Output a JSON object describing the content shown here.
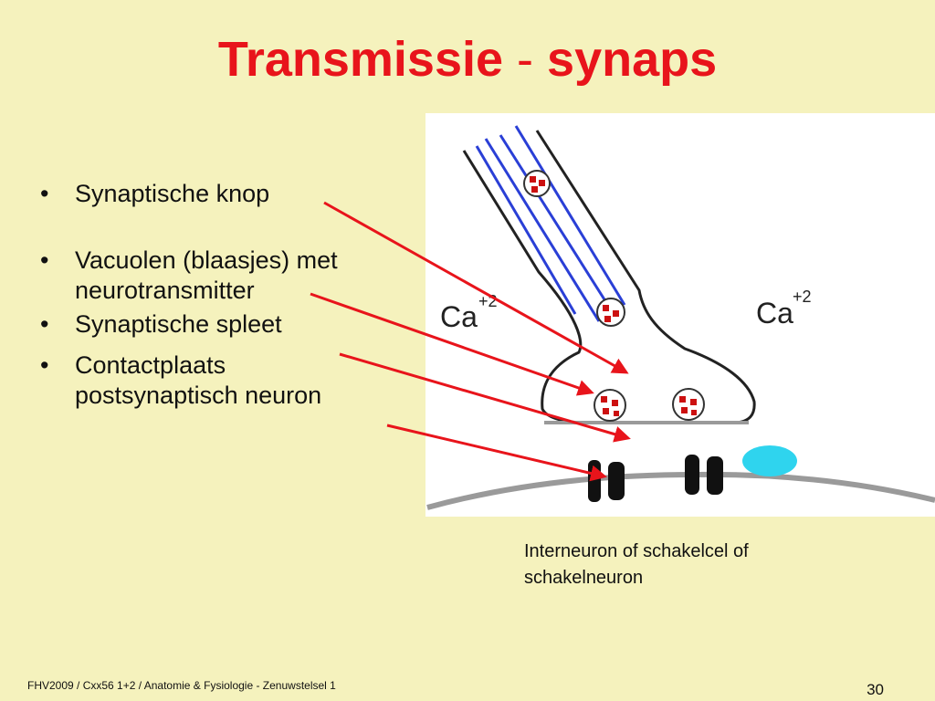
{
  "slide": {
    "title_part1": "Transmissie",
    "title_separator": "-",
    "title_part2": "synaps",
    "bullets": [
      {
        "line1": "Synaptische knop"
      },
      {
        "line1": "Vacuolen (blaasjes) met",
        "line2": "neurotransmitter"
      },
      {
        "line1": "Synaptische spleet"
      },
      {
        "line1": "Contactplaats",
        "line2": "postsynaptisch neuron"
      }
    ],
    "bullet_symbol": "•",
    "caption_line1": "Interneuron of schakelcel of",
    "caption_line2": "schakelneuron",
    "footer": "FHV2009 / Cxx56 1+2 / Anatomie & Fysiologie - Zenuwstelsel 1",
    "page_number": "30"
  },
  "figure": {
    "ion_left": {
      "symbol": "Ca",
      "charge": "+2"
    },
    "ion_right": {
      "symbol": "Ca",
      "charge": "+2"
    }
  },
  "colors": {
    "background": "#f5f2bd",
    "title": "#e8141b",
    "arrow": "#e8141b",
    "microtubule": "#2a3fd6",
    "receptor_channel": "#111111",
    "receptor_open": "#2fd4ee",
    "membrane": "#9a9a9a",
    "vesicle_content": "#cc1010"
  }
}
